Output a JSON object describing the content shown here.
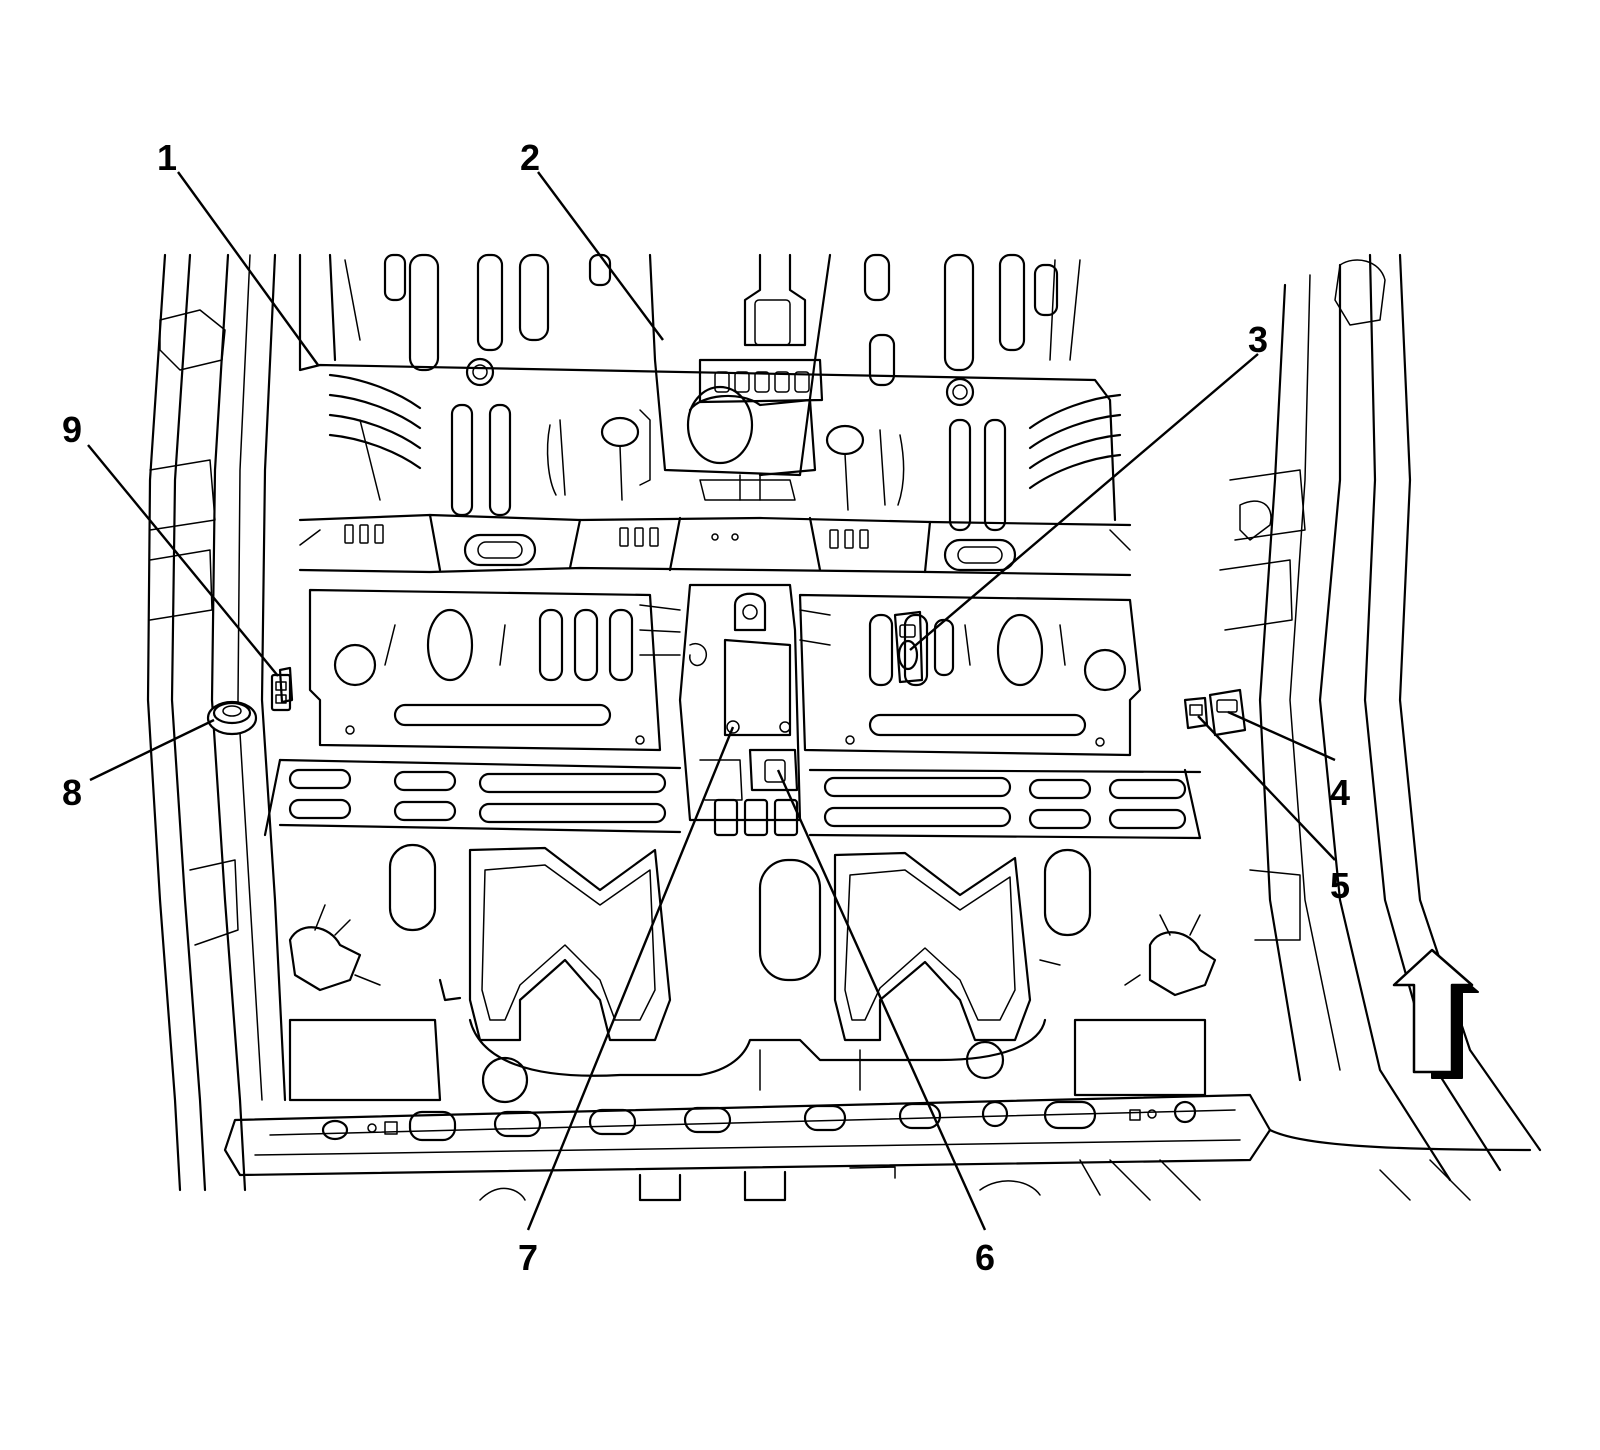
{
  "callouts": [
    {
      "id": "1",
      "label": "1"
    },
    {
      "id": "2",
      "label": "2"
    },
    {
      "id": "3",
      "label": "3"
    },
    {
      "id": "4",
      "label": "4"
    },
    {
      "id": "5",
      "label": "5"
    },
    {
      "id": "6",
      "label": "6"
    },
    {
      "id": "7",
      "label": "7"
    },
    {
      "id": "8",
      "label": "8"
    },
    {
      "id": "9",
      "label": "9"
    }
  ],
  "icons": {
    "direction": "forward-arrow-icon"
  },
  "colors": {
    "line": "#000000",
    "background": "#ffffff"
  }
}
